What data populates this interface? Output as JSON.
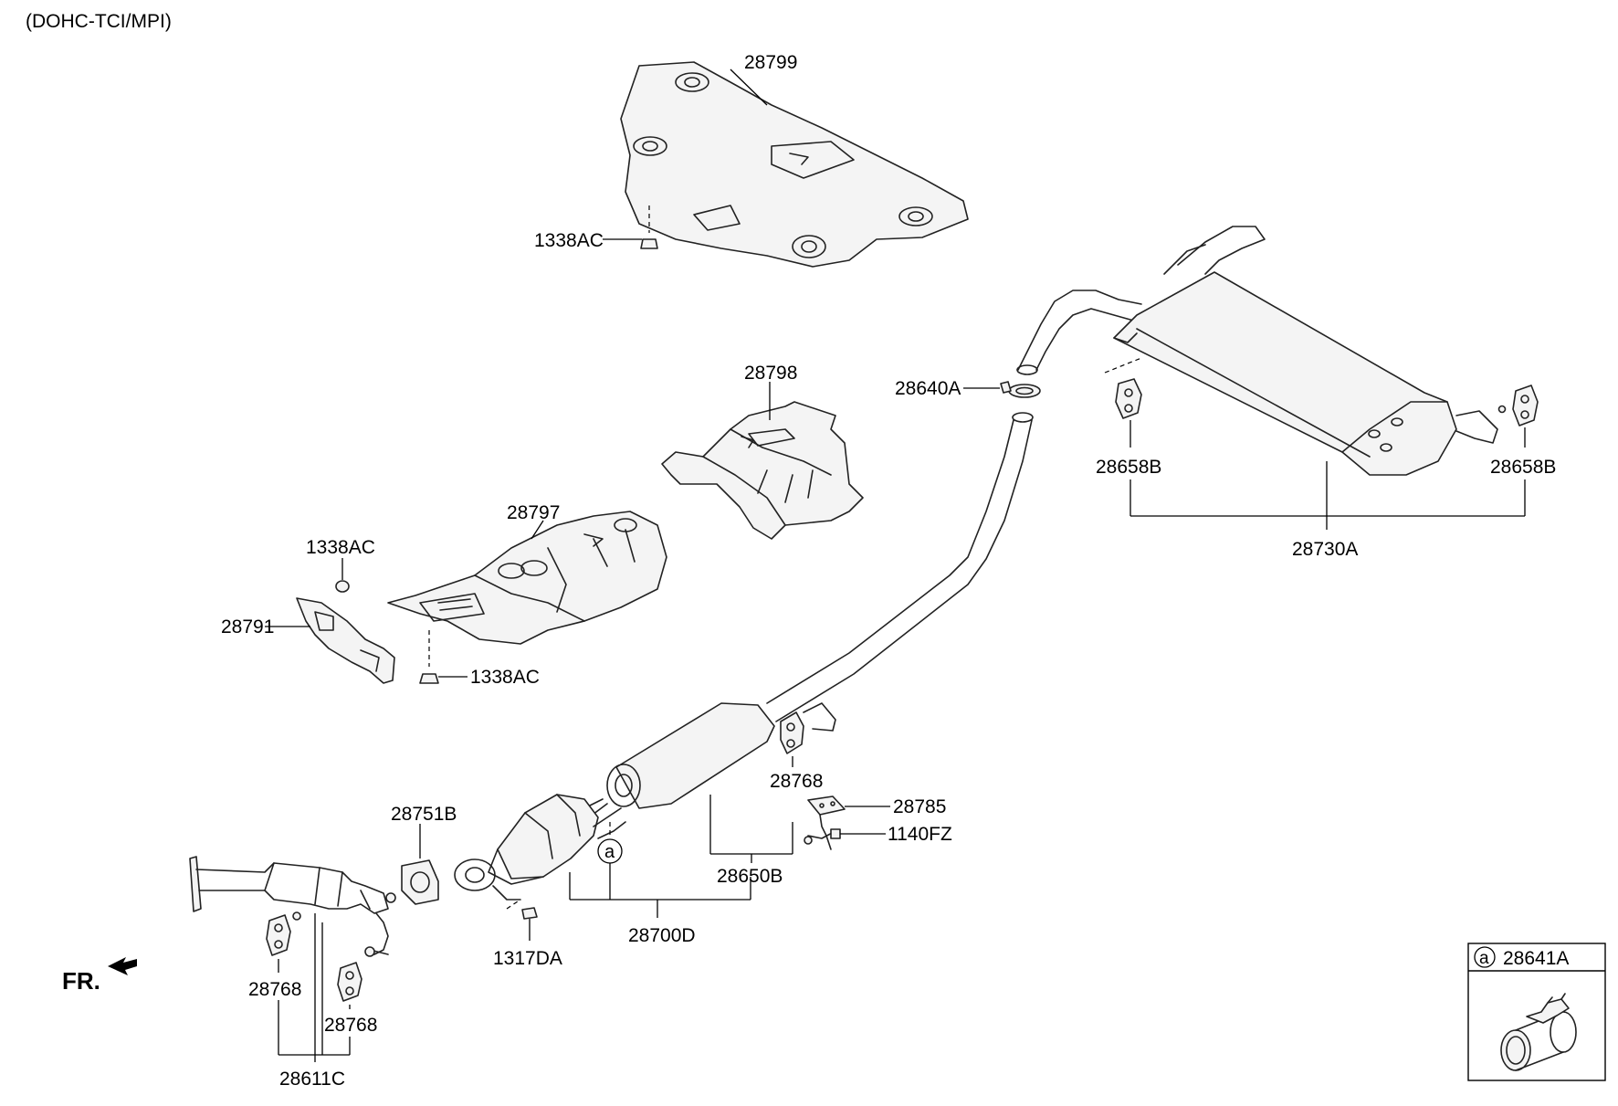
{
  "header": {
    "variant": "(DOHC-TCI/MPI)"
  },
  "front_indicator": {
    "label": "FR."
  },
  "callout_marker": {
    "letter": "a"
  },
  "parts": {
    "heat_shield_upper": "28799",
    "nut_upper": "1338AC",
    "heat_shield_center": "28798",
    "heat_shield_manifold": "28797",
    "nut_bracket": "1338AC",
    "nut_manifold": "1338AC",
    "bracket": "28791",
    "gasket_front": "28751B",
    "nut_converter": "1317DA",
    "converter_assy": "28700D",
    "center_muffler_assy": "28650B",
    "hanger_center": "28768",
    "bracket_hanger": "28785",
    "bolt_hanger": "1140FZ",
    "hanger_front_left": "28768",
    "hanger_front_right": "28768",
    "front_pipe_assy": "28611C",
    "gasket_rear": "28640A",
    "hanger_rear_left": "28658B",
    "hanger_rear_right": "28658B",
    "rear_muffler_assy": "28730A"
  },
  "inset": {
    "letter": "a",
    "part": "28641A"
  },
  "colors": {
    "line": "#222222",
    "background": "#ffffff"
  }
}
